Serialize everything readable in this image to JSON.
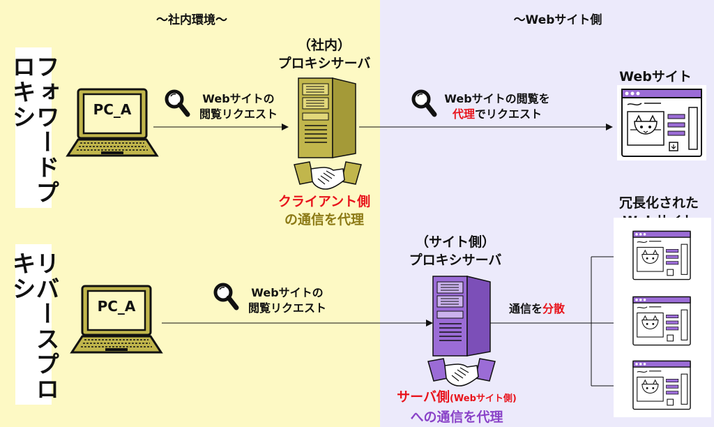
{
  "headers": {
    "internal": "〜社内環境〜",
    "website": "〜Webサイト側"
  },
  "forward": {
    "row_label": "フォワードプロキシ",
    "pc_label": "PC_A",
    "request_label": [
      "Webサイトの",
      "閲覧リクエスト"
    ],
    "proxy_title": [
      "（社内）",
      "プロキシサーバ"
    ],
    "proxy_role_red": "クライアント側",
    "proxy_role_rest": "の通信を代理",
    "outbound_label_1": "Webサイトの閲覧を",
    "outbound_red": "代理",
    "outbound_rest": "でリクエスト",
    "site_title": "Webサイト"
  },
  "reverse": {
    "row_label": "リバースプロキシ",
    "pc_label": "PC_A",
    "request_label": [
      "Webサイトの",
      "閲覧リクエスト"
    ],
    "proxy_title": [
      "（サイト側）",
      "プロキシサーバ"
    ],
    "distribute_prefix": "通信を",
    "distribute_red": "分散",
    "proxy_role_red": "サーバ側",
    "proxy_role_small": "(Webサイト側)",
    "proxy_role_rest": "への通信を代理",
    "sites_title": [
      "冗長化された",
      "Webサイト"
    ]
  },
  "colors": {
    "olive": "#c1b64c",
    "purple": "#9b6cd6",
    "red": "#e8141c",
    "yellow_bg": "#fdf9c4",
    "lavender_bg": "#eceafb"
  },
  "icons": [
    "laptop-icon",
    "magnifier-icon",
    "server-icon",
    "handshake-icon",
    "website-window-icon"
  ]
}
